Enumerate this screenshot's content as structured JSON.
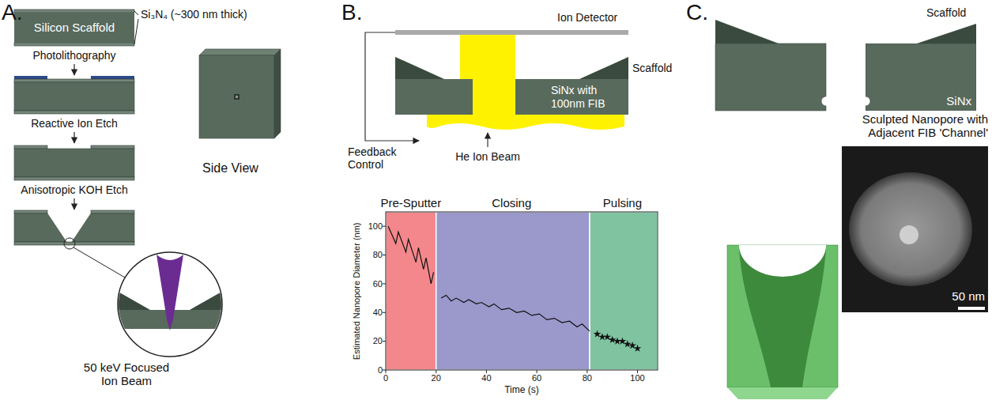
{
  "diagram": {
    "nodes": [
      {
        "text": [
          "Silicon Scaffold"
        ]
      },
      {
        "text": [
          "SiNx with 100nm FIB"
        ]
      },
      {
        "text": [
          "SiNx"
        ]
      }
    ],
    "labels": [
      "A.",
      "Si₃N₄ (~300 nm thick)",
      "Photolithography",
      "Reactive Ion Etch",
      "Anisotropic KOH Etch",
      "Side View",
      "50 keV Focused Ion Beam",
      "B.",
      "Ion Detector",
      "Scaffold",
      "Feedback Control",
      "He Ion Beam",
      "Pre-Sputter",
      "Closing",
      "Pulsing",
      "Estimated Nanopore Diameter (nm)",
      "0",
      "20",
      "40",
      "60",
      "80",
      "100",
      "0",
      "20",
      "40",
      "60",
      "80",
      "100",
      "Time (s)",
      "C.",
      "Scaffold",
      "Sculpted Nanopore with Adjacent FIB 'Channel'",
      "50 nm"
    ]
  }
}
